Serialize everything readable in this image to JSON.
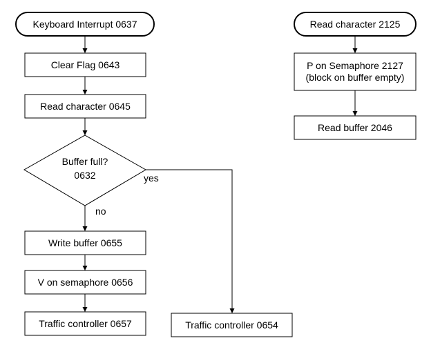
{
  "left_flow": {
    "start": "Keyboard Interrupt 0637",
    "clear_flag": "Clear Flag 0643",
    "read_char": "Read character 0645",
    "decision_line1": "Buffer full?",
    "decision_line2": "0632",
    "no_label": "no",
    "yes_label": "yes",
    "write_buffer": "Write buffer 0655",
    "v_semaphore": "V on semaphore 0656",
    "traffic_no": "Traffic controller 0657",
    "traffic_yes": "Traffic controller 0654"
  },
  "right_flow": {
    "start": "Read character 2125",
    "p_semaphore": "P on Semaphore 2127\n(block on buffer empty)",
    "read_buffer": "Read buffer 2046"
  },
  "colors": {
    "stroke": "#000000",
    "fill": "#ffffff",
    "text": "#000000"
  }
}
